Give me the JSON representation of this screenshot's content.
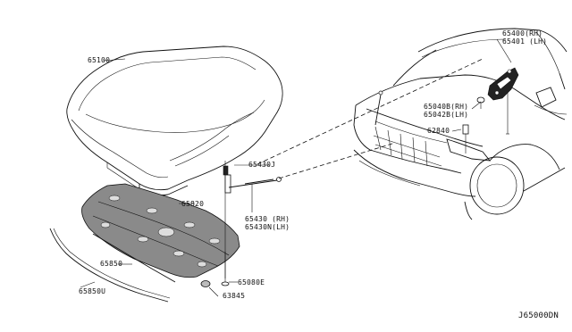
{
  "labels": {
    "hood": "65100",
    "insulator": "65820",
    "stay_upper": "65430J",
    "stay_rh": "65430 (RH)",
    "stay_lh": "65430N(LH)",
    "seal_rear": "65850",
    "seal_front": "65850U",
    "clip": "65080E",
    "bumper": "63845",
    "hinge_rh": "65400(RH)",
    "hinge_lh": "65401 (LH)",
    "bolt_rh": "65040B(RH)",
    "bolt_lh": "65042B(LH)",
    "stopper": "62840"
  },
  "drawing_code": "J65000DN"
}
